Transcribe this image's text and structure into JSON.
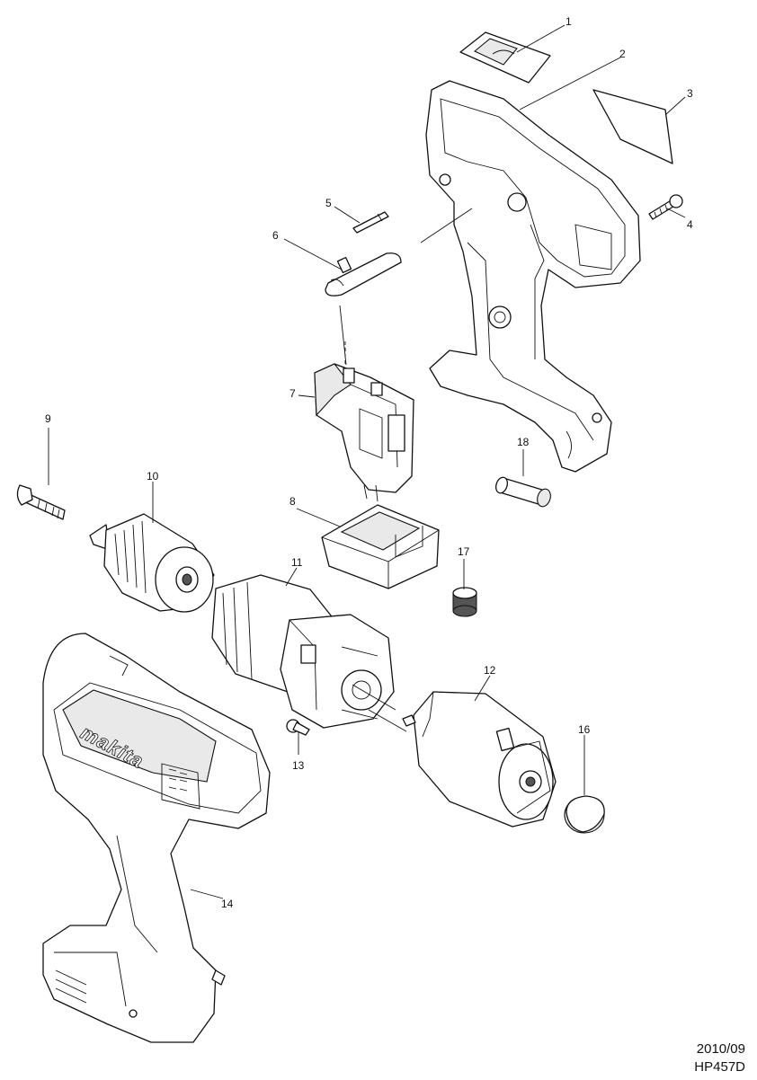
{
  "callouts": {
    "p1": "1",
    "p2": "2",
    "p3": "3",
    "p4": "4",
    "p5": "5",
    "p6": "6",
    "p7": "7",
    "p8": "8",
    "p9": "9",
    "p10": "10",
    "p11": "11",
    "p12": "12",
    "p13": "13",
    "p14": "14",
    "p16": "16",
    "p17": "17",
    "p18": "18"
  },
  "brand_text": "makita",
  "footer": {
    "date": "2010/09",
    "model": "HP457D"
  }
}
